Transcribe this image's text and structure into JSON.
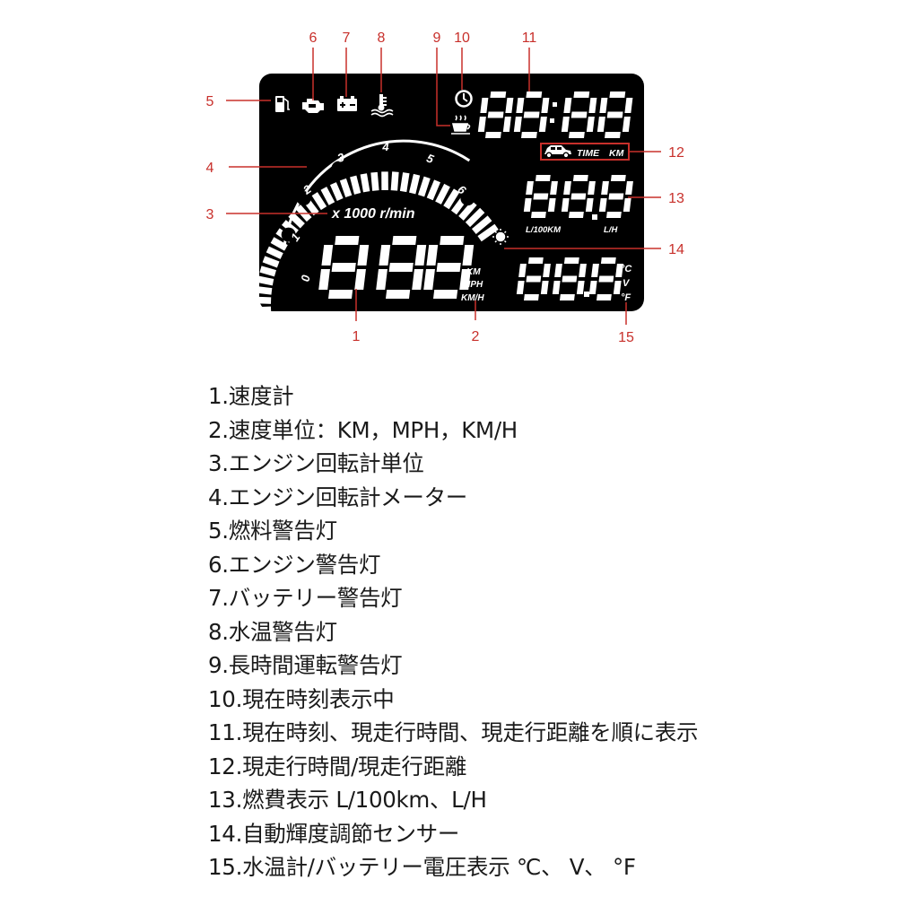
{
  "callouts": [
    {
      "num": "1"
    },
    {
      "num": "2"
    },
    {
      "num": "3"
    },
    {
      "num": "4"
    },
    {
      "num": "5"
    },
    {
      "num": "6"
    },
    {
      "num": "7"
    },
    {
      "num": "8"
    },
    {
      "num": "9"
    },
    {
      "num": "10"
    },
    {
      "num": "11"
    },
    {
      "num": "12"
    },
    {
      "num": "13"
    },
    {
      "num": "14"
    },
    {
      "num": "15"
    }
  ],
  "display": {
    "tach_unit": "x 1000 r/min",
    "tach_ticks": [
      "0",
      "1",
      "2",
      "3",
      "4",
      "5",
      "6"
    ],
    "speed_units": [
      "KM",
      "MPH",
      "KM/H"
    ],
    "time_label": "TIME",
    "km_label": "KM",
    "fuel_units": [
      "L/100KM",
      "L/H"
    ],
    "temp_units": [
      "°C",
      "V",
      "°F"
    ],
    "clock_value": "88:88",
    "fuel_value": "88.8",
    "speed_value": "888",
    "temp_value": "88.8"
  },
  "legend": [
    "1.速度計",
    "2.速度単位：KM，MPH，KM/H",
    "3.エンジン回転計単位",
    "4.エンジン回転計メーター",
    "5.燃料警告灯",
    "6.エンジン警告灯",
    "7.バッテリー警告灯",
    "8.水温警告灯",
    "9.長時間運転警告灯",
    "10.現在時刻表示中",
    "11.現在時刻、現走行時間、現走行距離を順に表示",
    "12.現走行時間/現走行距離",
    "13.燃費表示 L/100km、L/H",
    "14.自動輝度調節センサー",
    "15.水温計/バッテリー電圧表示 ℃、 V、 °F"
  ],
  "colors": {
    "panel": "#000000",
    "segment": "#ffffff",
    "callout": "#c8302b",
    "text": "#1a1a1a"
  }
}
